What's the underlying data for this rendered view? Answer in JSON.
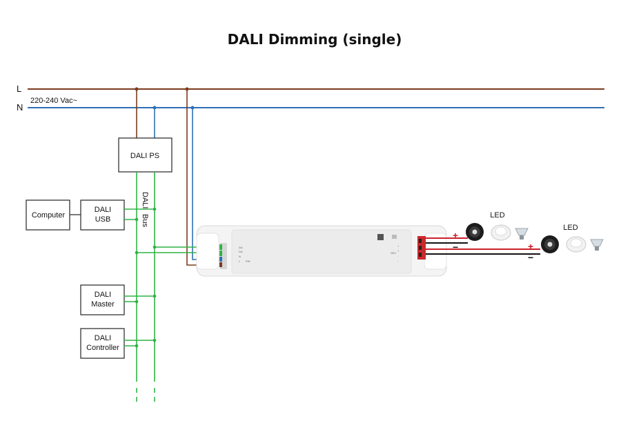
{
  "title": "DALI Dimming (single)",
  "mains": {
    "l_label": "L",
    "n_label": "N",
    "voltage": "220-240 Vac~"
  },
  "boxes": {
    "dali_ps": "DALI PS",
    "computer": "Computer",
    "dali_usb_line1": "DALI",
    "dali_usb_line2": "USB",
    "dali_master_line1": "DALI",
    "dali_master_line2": "Master",
    "dali_controller_line1": "DALI",
    "dali_controller_line2": "Controller"
  },
  "bus": {
    "label_line1": "DALI",
    "label_line2": "Bus"
  },
  "driver": {
    "input_terminals": [
      "DA",
      "DA",
      "N",
      "L"
    ],
    "input_tag": "PRI",
    "output_tag": "SEC",
    "output_terminals": [
      "+",
      "+",
      "-",
      "-"
    ]
  },
  "led_groups": [
    {
      "label": "LED",
      "plus": "+",
      "minus": "−"
    },
    {
      "label": "LED",
      "plus": "+",
      "minus": "−"
    }
  ],
  "colors": {
    "live": "#7a3b1e",
    "neutral": "#2e6fb3",
    "dali_bus": "#2fb344",
    "positive": "#cc1f2a",
    "negative": "#111111"
  }
}
